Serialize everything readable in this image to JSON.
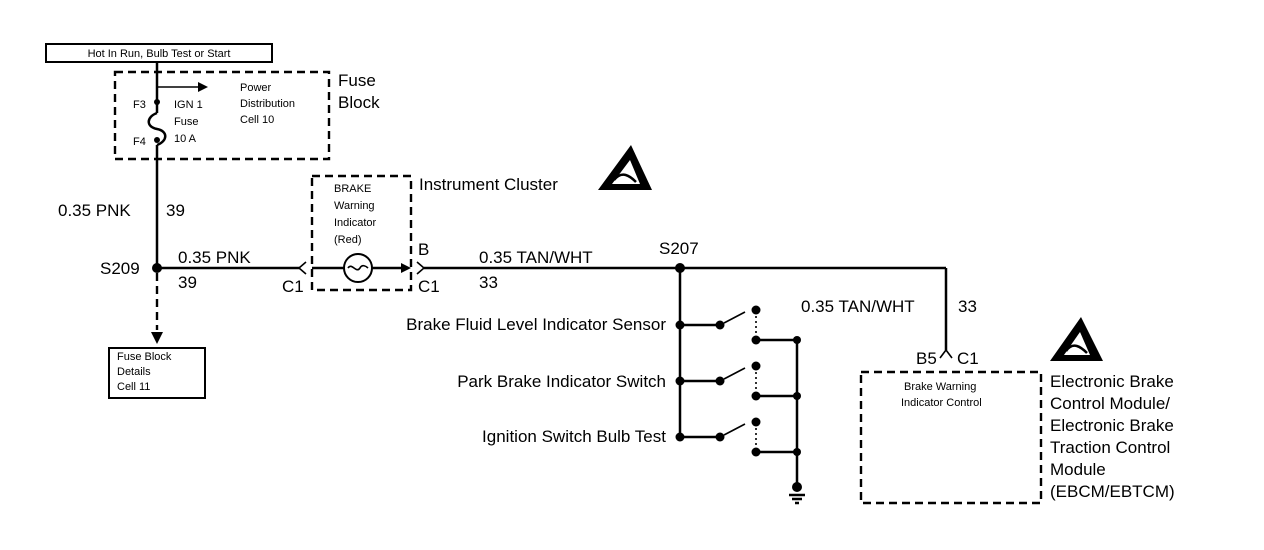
{
  "power": {
    "hot_label": "Hot In Run, Bulb Test or Start"
  },
  "fuse_block": {
    "title_line1": "Fuse",
    "title_line2": "Block",
    "pin_top": "F3",
    "pin_bottom": "F4",
    "fuse_line1": "IGN 1",
    "fuse_line2": "Fuse",
    "fuse_line3": "10 A",
    "pd_line1": "Power",
    "pd_line2": "Distribution",
    "pd_line3": "Cell 10"
  },
  "wire_pnk_vertical": {
    "gauge_color": "0.35 PNK",
    "circuit": "39"
  },
  "splice_s209": "S209",
  "fuse_ref": {
    "line1": "Fuse Block",
    "line2": "Details",
    "line3": "Cell 11"
  },
  "wire_pnk_horizontal": {
    "gauge_color": "0.35 PNK",
    "circuit": "39"
  },
  "instrument_cluster": {
    "title": "Instrument Cluster",
    "indicator_line1": "BRAKE",
    "indicator_line2": "Warning",
    "indicator_line3": "Indicator",
    "indicator_line4": "(Red)",
    "connector_left": "C1",
    "pin_right": "B",
    "connector_right": "C1"
  },
  "wire_tan_horizontal": {
    "gauge_color": "0.35 TAN/WHT",
    "circuit": "33"
  },
  "splice_s207": "S207",
  "wire_tan_vertical": {
    "gauge_color": "0.35 TAN/WHT",
    "circuit": "33"
  },
  "switches": [
    {
      "label": "Brake Fluid Level Indicator Sensor"
    },
    {
      "label": "Park Brake Indicator Switch"
    },
    {
      "label": "Ignition Switch Bulb Test"
    }
  ],
  "ebcm": {
    "pin": "B5",
    "connector": "C1",
    "inner_line1": "Brake Warning",
    "inner_line2": "Indicator Control",
    "title_line1": "Electronic Brake",
    "title_line2": "Control Module/",
    "title_line3": "Electronic Brake",
    "title_line4": "Traction Control",
    "title_line5": "Module",
    "title_line6": "(EBCM/EBTCM)"
  }
}
